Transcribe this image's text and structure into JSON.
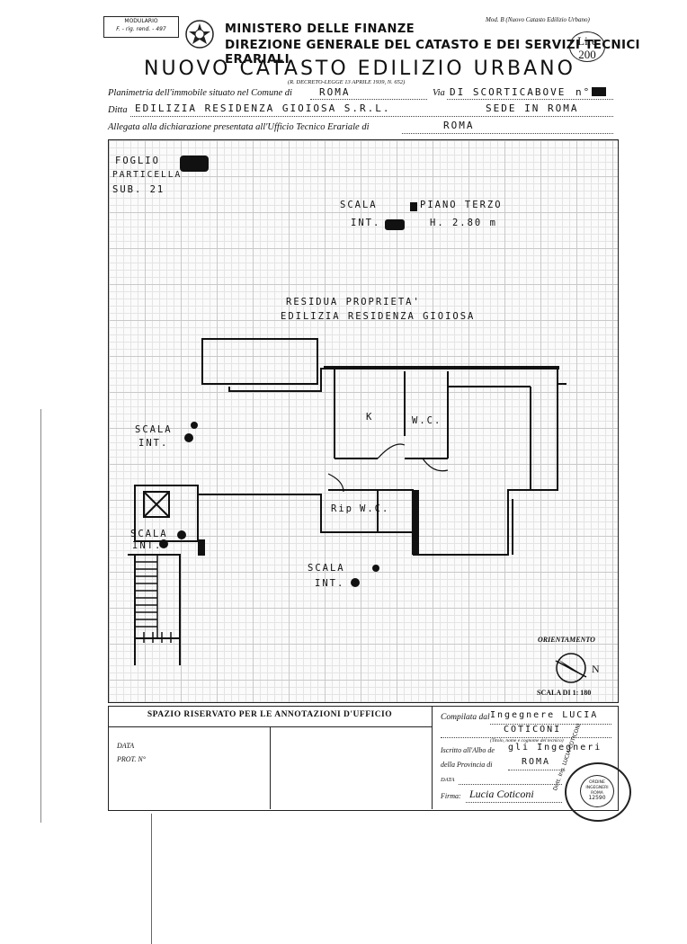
{
  "header": {
    "modulario_title": "MODULARIO",
    "modulario_code": "F. - rig. rend. - 497",
    "ministry": "MINISTERO DELLE FINANZE",
    "direction": "DIREZIONE GENERALE DEL CATASTO E DEI SERVIZI TECNICI ERARIALI",
    "model": "Mod. B (Nuovo Catasto Edilizio Urbano)",
    "price_label": "Lire",
    "price_value": "200",
    "title": "NUOVO CATASTO EDILIZIO URBANO",
    "decree": "(R. DECRETO-LEGGE 13 APRILE 1939, N. 652)"
  },
  "form": {
    "planimetria_label": "Planimetria dell'immobile situato nel Comune di",
    "comune_value": "ROMA",
    "via_label": "Via",
    "via_value": "DI SCORTICABOVE",
    "numero_label": "n°",
    "ditta_label": "Ditta",
    "ditta_value": "EDILIZIA RESIDENZA GIOIOSA S.R.L.",
    "sede_value": "SEDE IN ROMA",
    "allegata_label": "Allegata alla dichiarazione presentata all'Ufficio Tecnico Erariale di",
    "allegata_value": "ROMA"
  },
  "plan": {
    "foglio": "FOGLIO",
    "particella": "PARTICELLA",
    "sub": "SUB. 21",
    "scala_piano": "SCALA",
    "piano_terzo": "PIANO TERZO",
    "int_label": "INT.",
    "altezza": "H. 2.80 m",
    "residua_line1": "RESIDUA PROPRIETA'",
    "residua_line2": "EDILIZIA RESIDENZA GIOIOSA",
    "room_k": "K",
    "room_wc1": "W.C.",
    "room_rip": "Rip",
    "room_wc2": "W.C.",
    "scala_left": "SCALA",
    "int_left": "INT.",
    "scala_left2": "SCALA",
    "int_left2": "INT.",
    "scala_bottom": "SCALA",
    "int_bottom": "INT.",
    "orientamento": "ORIENTAMENTO",
    "north": "N",
    "scala_ratio": "SCALA DI 1: 180"
  },
  "footer": {
    "office_title": "SPAZIO RISERVATO PER LE ANNOTAZIONI D'UFFICIO",
    "data_label": "DATA",
    "prot_label": "PROT. N°",
    "compilata_label": "Compilata dal",
    "compilata_value": "Ingegnere LUCIA",
    "compilata_value2": "COTICONI",
    "titolo_note": "(Titolo, nome e cognome del tecnico)",
    "iscritto_label": "Iscritto all'Albo de",
    "iscritto_value": "gli Ingegneri",
    "provincia_label": "della Provincia di",
    "provincia_value": "ROMA",
    "data_label2": "DATA",
    "firma_label": "Firma:",
    "firma_value": "Lucia Coticoni",
    "stamp_text": "Dott. Ing. LUCIA COTICONI",
    "stamp_inner": "ORDINE INGEGNERI ROMA",
    "stamp_number": "12590"
  }
}
